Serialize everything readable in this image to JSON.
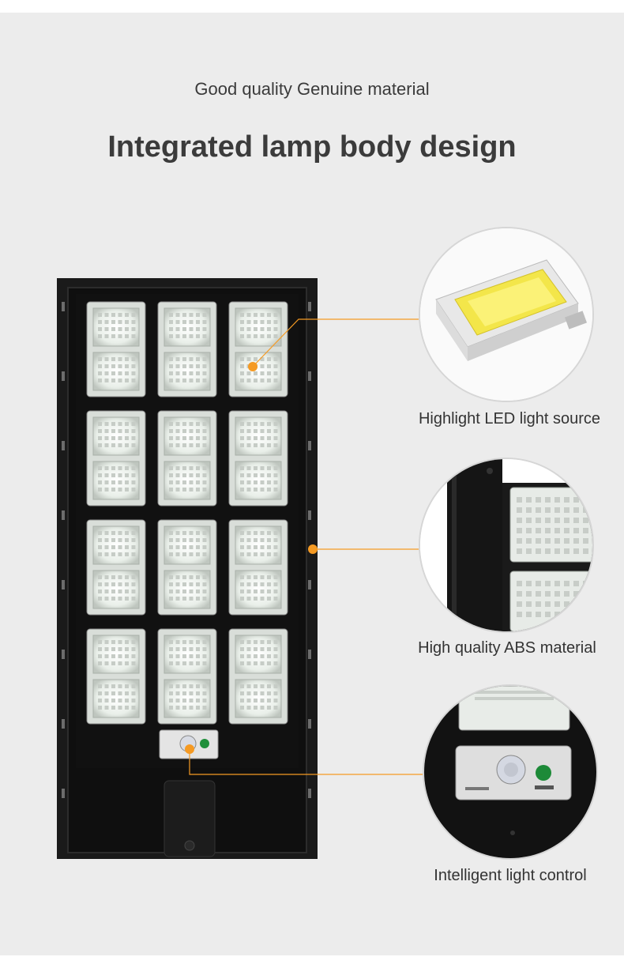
{
  "header": {
    "subtitle": "Good quality Genuine material",
    "title": "Integrated lamp body design"
  },
  "features": [
    {
      "caption": "Highlight LED light source"
    },
    {
      "caption": "High quality ABS material"
    },
    {
      "caption": "Intelligent light control"
    }
  ],
  "colors": {
    "background": "#ececec",
    "accent": "#f59a23",
    "lamp_body": "#141414",
    "led_glow": "#eef3ee"
  }
}
